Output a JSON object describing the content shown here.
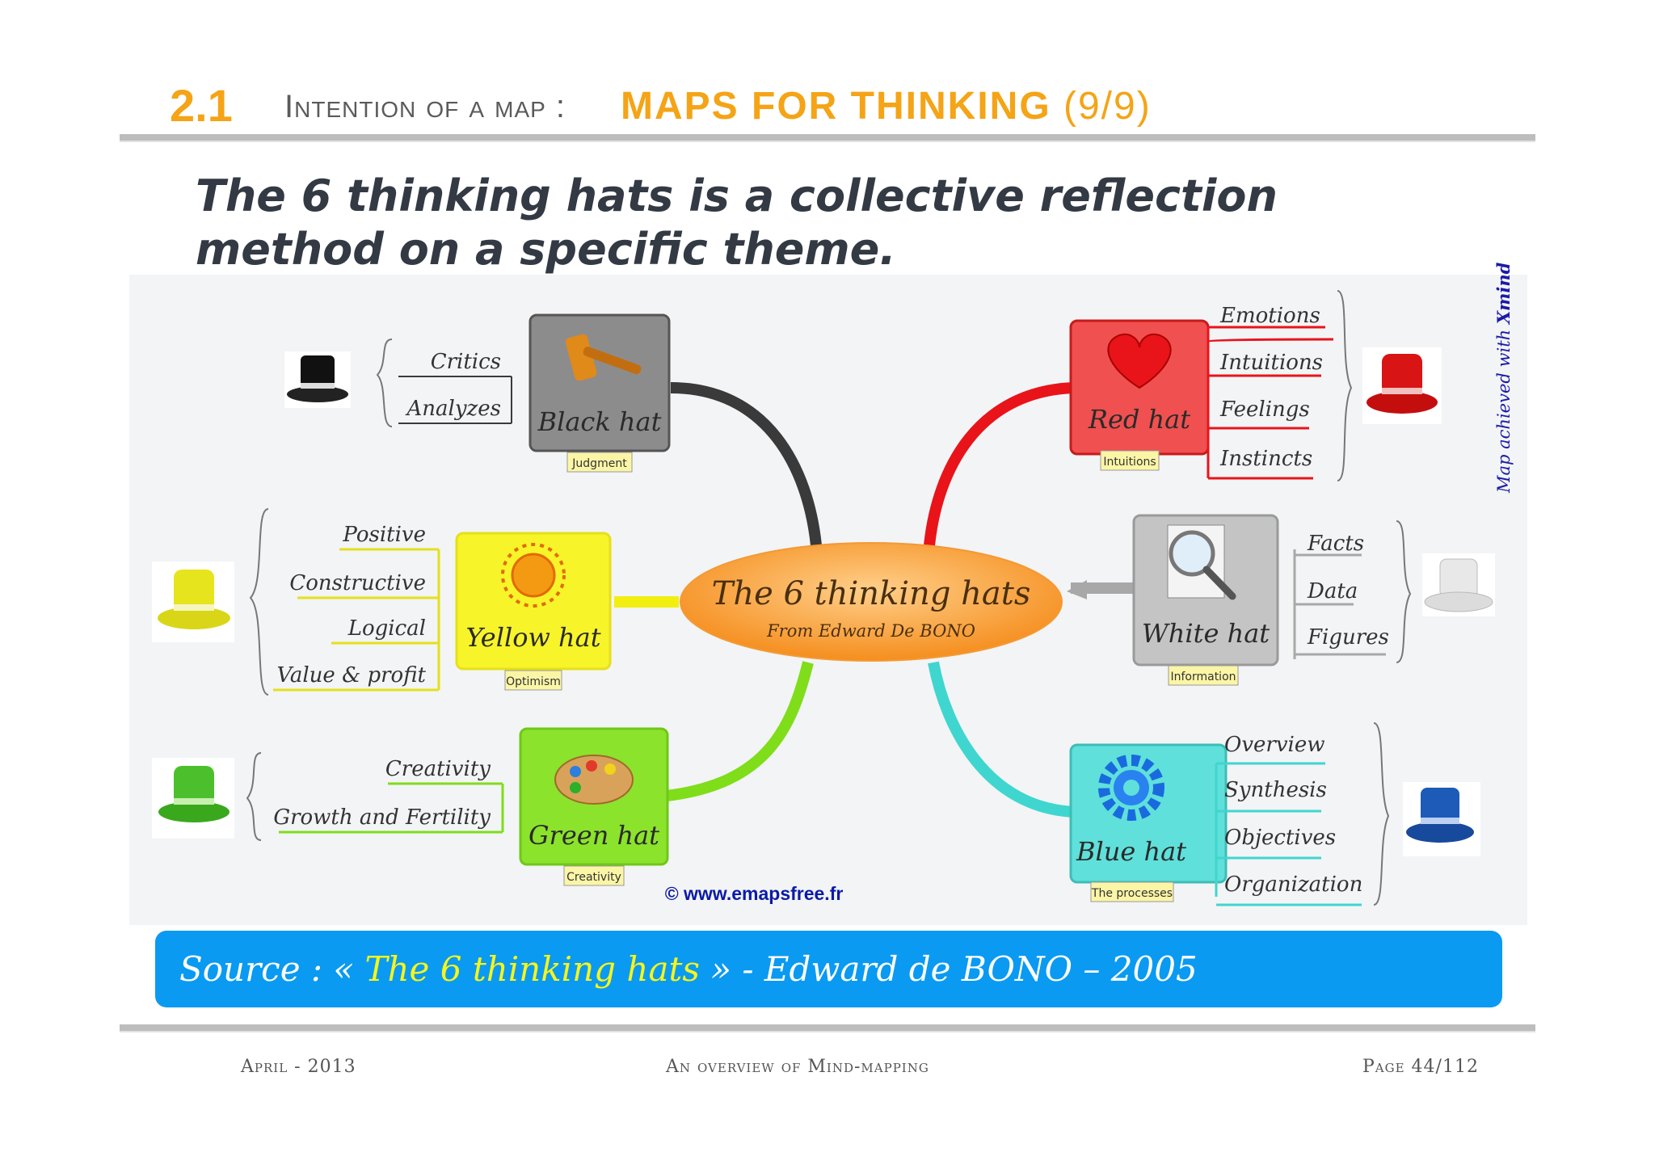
{
  "header": {
    "number": "2.1",
    "prefix": "Intention of a map :",
    "title": "MAPS FOR THINKING",
    "count": "(9/9)"
  },
  "subtitle": "The 6 thinking hats is a collective reflection method on a specific theme.",
  "side_note": {
    "text": "Map achieved with",
    "brand": "Xmind"
  },
  "map": {
    "center": {
      "title": "The 6 thinking hats",
      "subtitle": "From Edward De BONO"
    },
    "hats": [
      {
        "name": "Black hat",
        "tag": "Judgment",
        "items": [
          "Critics",
          "Analyzes"
        ],
        "color": "#3a3a3a",
        "icon": "gavel-icon"
      },
      {
        "name": "Yellow hat",
        "tag": "Optimism",
        "items": [
          "Positive",
          "Constructive",
          "Logical",
          "Value & profit"
        ],
        "color": "#f2ef10",
        "icon": "sun-icon"
      },
      {
        "name": "Green hat",
        "tag": "Creativity",
        "items": [
          "Creativity",
          "Growth and Fertility"
        ],
        "color": "#7fdd1a",
        "icon": "palette-icon"
      },
      {
        "name": "Red hat",
        "tag": "Intuitions",
        "items": [
          "Emotions",
          "Intuitions",
          "Feelings",
          "Instincts"
        ],
        "color": "#e8141a",
        "icon": "heart-icon"
      },
      {
        "name": "White hat",
        "tag": "Information",
        "items": [
          "Facts",
          "Data",
          "Figures"
        ],
        "color": "#a8a8a8",
        "icon": "magnifier-icon"
      },
      {
        "name": "Blue hat",
        "tag": "The processes",
        "items": [
          "Overview",
          "Synthesis",
          "Objectives",
          "Organization"
        ],
        "color": "#3fd6cf",
        "icon": "gear-icon"
      }
    ],
    "copyright": "© www.emapsfree.fr"
  },
  "source": {
    "prefix": "Source : «",
    "title": "The 6 thinking hats",
    "suffix": "» - Edward de BONO – 2005"
  },
  "footer": {
    "left": "April - 2013",
    "center": "An overview of Mind-mapping",
    "right": "Page 44/112"
  }
}
